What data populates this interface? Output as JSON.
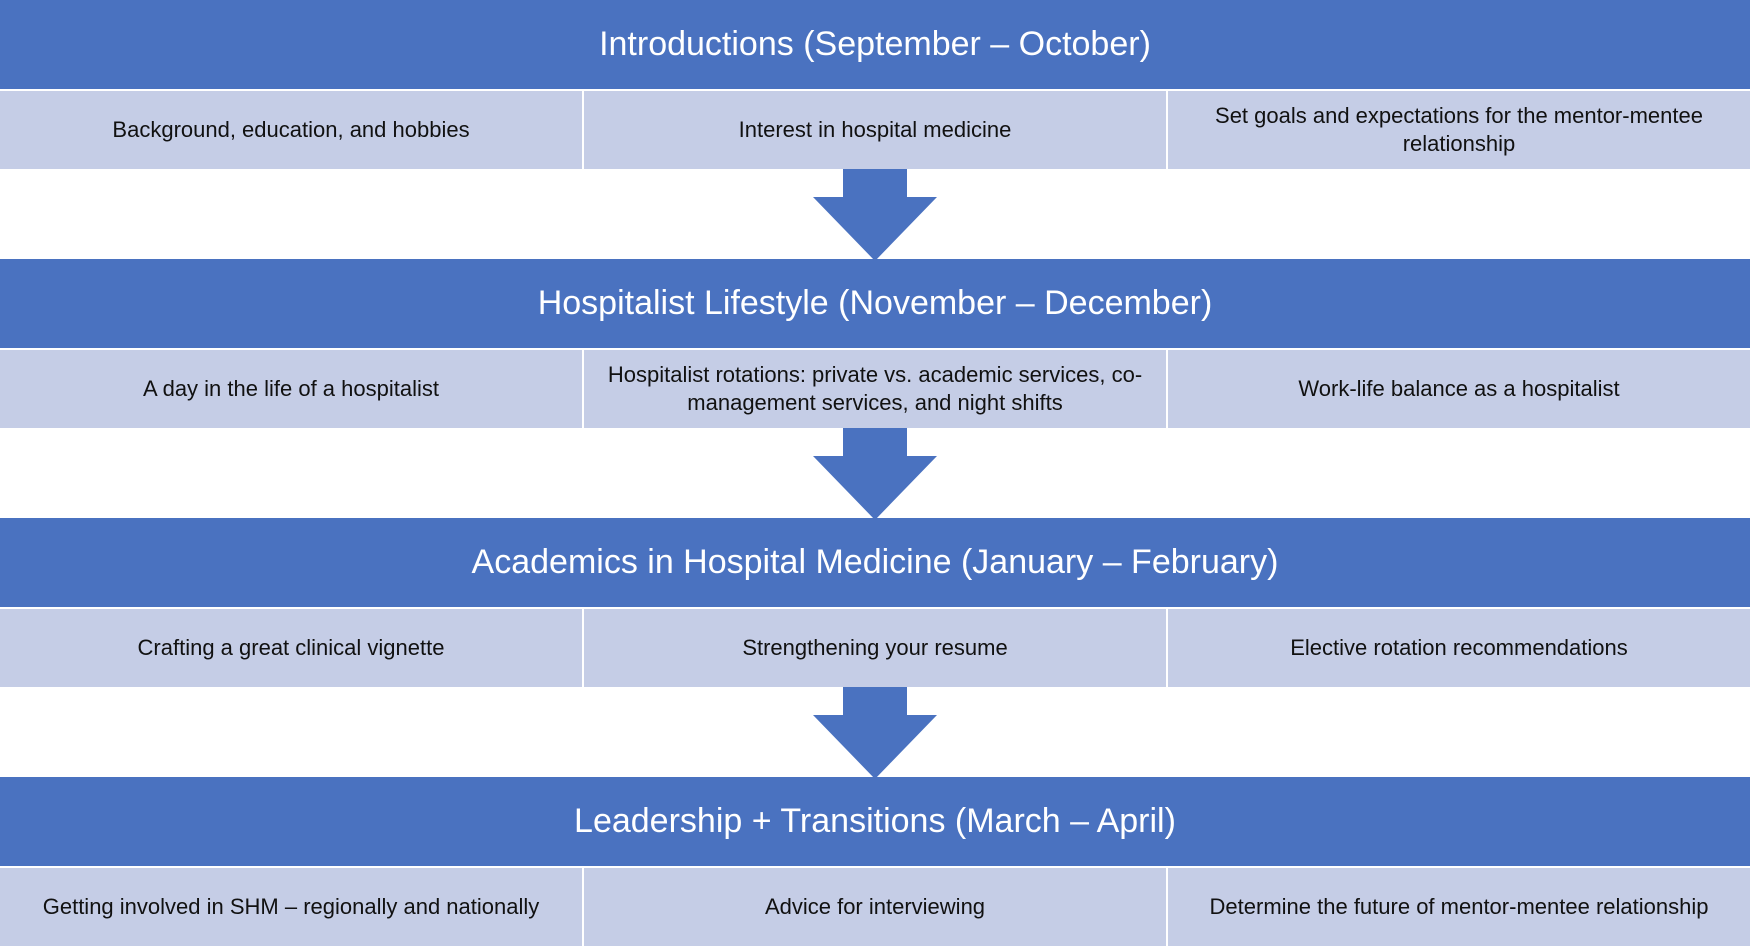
{
  "colors": {
    "header_bg": "#4a72c0",
    "topic_bg": "#c5cde6",
    "arrow": "#4a72c0"
  },
  "phases": [
    {
      "title": "Introductions (September – October)",
      "topics": [
        "Background, education, and hobbies",
        "Interest in hospital medicine",
        "Set goals and expectations for the mentor-mentee relationship"
      ]
    },
    {
      "title": "Hospitalist Lifestyle (November – December)",
      "topics": [
        "A day in the life of a hospitalist",
        "Hospitalist rotations: private vs. academic services, co-management services, and night shifts",
        "Work-life balance as a hospitalist"
      ]
    },
    {
      "title": "Academics in Hospital Medicine (January – February)",
      "topics": [
        "Crafting a great clinical vignette",
        "Strengthening your resume",
        "Elective rotation recommendations"
      ]
    },
    {
      "title": "Leadership + Transitions (March – April)",
      "topics": [
        "Getting involved in SHM – regionally and nationally",
        "Advice for interviewing",
        "Determine the future of mentor-mentee relationship"
      ]
    }
  ]
}
